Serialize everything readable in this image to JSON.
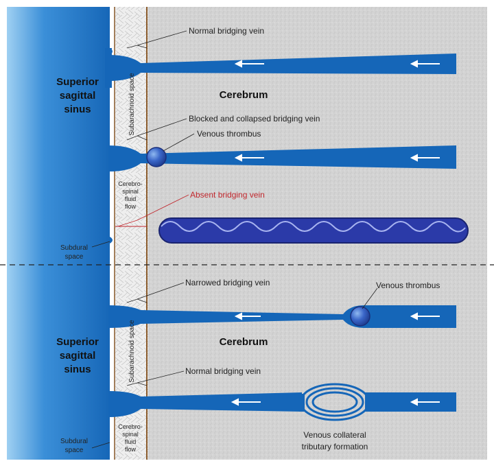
{
  "colors": {
    "sinus": "#1a6fc2",
    "vein": "#1566b8",
    "tortuous": "#2b3aa8",
    "brain": "#d6d6d6",
    "csf": "#ececec",
    "red": "#c1272d"
  },
  "top": {
    "sinus_label": [
      "Superior",
      "sagittal",
      "sinus"
    ],
    "cerebrum": "Cerebrum",
    "subarachnoid": "Subarachnoid space",
    "csf_flow": [
      "Cerebro-",
      "spinal",
      "fluid",
      "flow"
    ],
    "subdural": [
      "Subdural",
      "space"
    ],
    "normal_vein": "Normal bridging vein",
    "blocked_vein": "Blocked and collapsed bridging vein",
    "thrombus": "Venous thrombus",
    "absent_vein": "Absent bridging vein"
  },
  "bottom": {
    "sinus_label": [
      "Superior",
      "sagittal",
      "sinus"
    ],
    "cerebrum": "Cerebrum",
    "subarachnoid": "Subarachnoid space",
    "csf_flow": [
      "Cerebro-",
      "spinal",
      "fluid",
      "flow"
    ],
    "subdural": [
      "Subdural",
      "space"
    ],
    "narrowed_vein": "Narrowed bridging vein",
    "thrombus": "Venous thrombus",
    "normal_vein": "Normal bridging vein",
    "collateral": [
      "Venous collateral",
      "tributary formation"
    ]
  }
}
